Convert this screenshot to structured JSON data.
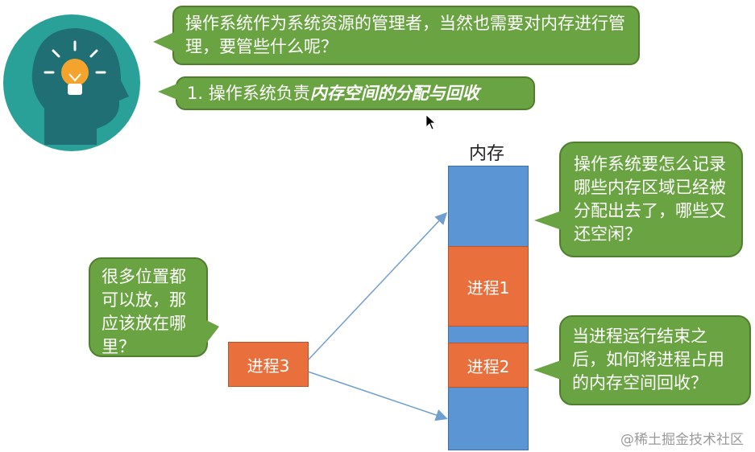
{
  "bubbles": {
    "question": "操作系统作为系统资源的管理者，当然也需要对内存进行管理，要管些什么呢？",
    "point1_prefix": "1. 操作系统负责",
    "point1_emph": "内存空间的分配与回收",
    "record": "操作系统要怎么记录哪些内存区域已经被分配出去了，哪些又还空闲？",
    "where": "很多位置都可以放，那应该放在哪里？",
    "reclaim": "当进程运行结束之后，如何将进程占用的内存空间回收？"
  },
  "memory": {
    "label": "内存"
  },
  "processes": {
    "p1": "进程1",
    "p2": "进程2",
    "p3": "进程3"
  },
  "watermark": "@稀土掘金技术社区",
  "colors": {
    "bubble": "#6aa341",
    "process": "#e96f3d",
    "memory": "#5b95d3",
    "avatar_bg": "#2aa198",
    "head": "#1f6f75",
    "bulb": "#f4a42c"
  }
}
